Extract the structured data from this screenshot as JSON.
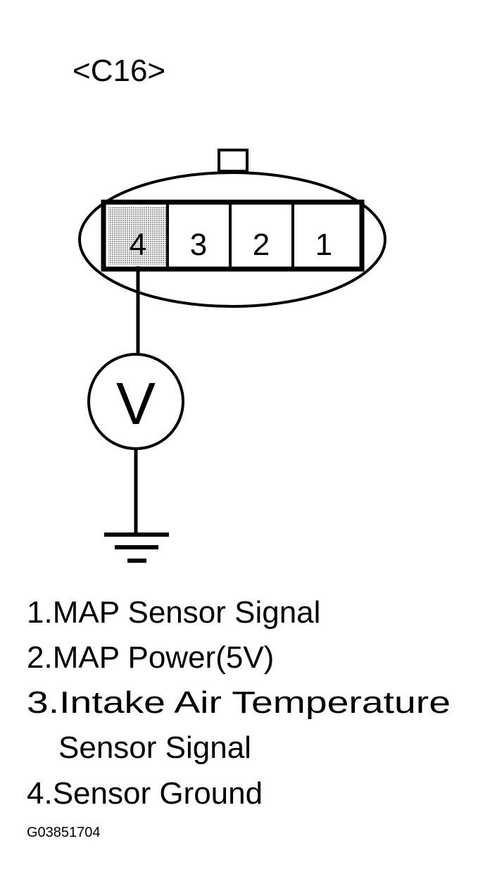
{
  "connector": {
    "id": "<C16>",
    "pins": [
      "4",
      "3",
      "2",
      "1"
    ],
    "highlighted_pin": "4"
  },
  "meter": {
    "symbol": "V"
  },
  "legend": [
    {
      "lines": [
        "1.MAP Sensor Signal"
      ]
    },
    {
      "lines": [
        "2.MAP Power(5V)"
      ]
    },
    {
      "lines": [
        "3.Intake Air Temperature",
        "Sensor Signal"
      ]
    },
    {
      "lines": [
        "4.Sensor Ground"
      ]
    }
  ],
  "figure_code": "G03851704",
  "colors": {
    "ink": "#000000",
    "paper": "#ffffff",
    "highlight": "#9a9a9a"
  }
}
